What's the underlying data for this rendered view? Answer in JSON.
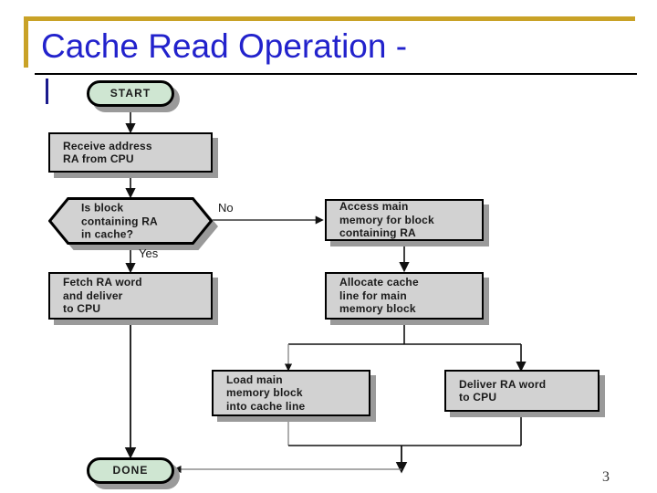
{
  "slide": {
    "title": "Cache Read Operation -",
    "page_number": "3",
    "accent_gold": "#c9a227",
    "title_color": "#2222cc",
    "node_fill": "#d2d2d2",
    "terminator_fill": "#cfe6d2",
    "shadow_color": "#9a9a9a"
  },
  "flowchart": {
    "nodes": [
      {
        "id": "start",
        "type": "terminator",
        "label": "START"
      },
      {
        "id": "receive",
        "type": "process",
        "label": "Receive address\nRA from CPU"
      },
      {
        "id": "is_block",
        "type": "decision",
        "label": "Is block\ncontaining RA\nin cache?"
      },
      {
        "id": "access_main",
        "type": "process",
        "label": "Access main\nmemory for block\ncontaining RA"
      },
      {
        "id": "fetch_ra",
        "type": "process",
        "label": "Fetch RA word\nand deliver\nto CPU"
      },
      {
        "id": "allocate",
        "type": "process",
        "label": "Allocate cache\nline for main\nmemory block"
      },
      {
        "id": "load_main",
        "type": "process",
        "label": "Load main\nmemory block\ninto cache line"
      },
      {
        "id": "deliver_ra",
        "type": "process",
        "label": "Deliver RA word\nto CPU"
      },
      {
        "id": "done",
        "type": "terminator",
        "label": "DONE"
      }
    ],
    "edge_labels": {
      "no": "No",
      "yes": "Yes"
    }
  }
}
